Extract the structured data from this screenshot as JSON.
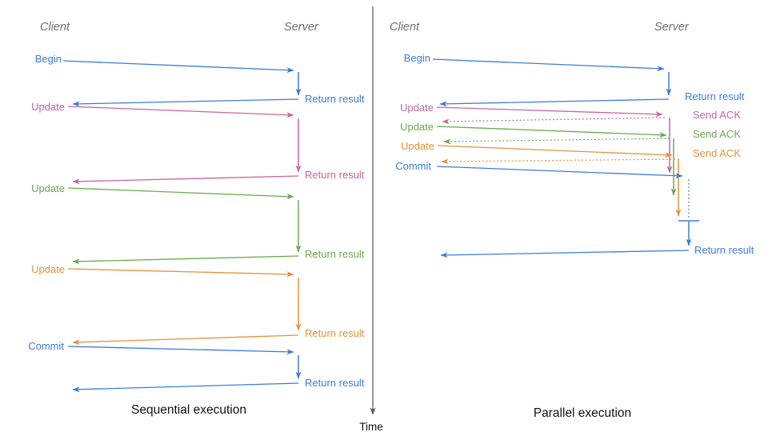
{
  "colors": {
    "blue": "#3d7bd9",
    "pink": "#c2689e",
    "green": "#6aa84f",
    "orange": "#e69138",
    "header_gray": "#6e6e6e",
    "axis": "#555555",
    "title_black": "#111111"
  },
  "sequential": {
    "client_header": "Client",
    "server_header": "Server",
    "begin_label": "Begin",
    "update1_label": "Update",
    "update2_label": "Update",
    "update3_label": "Update",
    "commit_label": "Commit",
    "return_result_1": "Return result",
    "return_result_2": "Return result",
    "return_result_3": "Return result",
    "return_result_4": "Return result",
    "return_result_5": "Return result",
    "title": "Sequential execution"
  },
  "parallel": {
    "client_header": "Client",
    "server_header": "Server",
    "begin_label": "Begin",
    "update1_label": "Update",
    "update2_label": "Update",
    "update3_label": "Update",
    "commit_label": "Commit",
    "return_result_begin": "Return result",
    "send_ack_1": "Send ACK",
    "send_ack_2": "Send ACK",
    "send_ack_3": "Send ACK",
    "return_result_final": "Return result",
    "title": "Parallel execution"
  },
  "time_axis": {
    "label": "Time"
  }
}
